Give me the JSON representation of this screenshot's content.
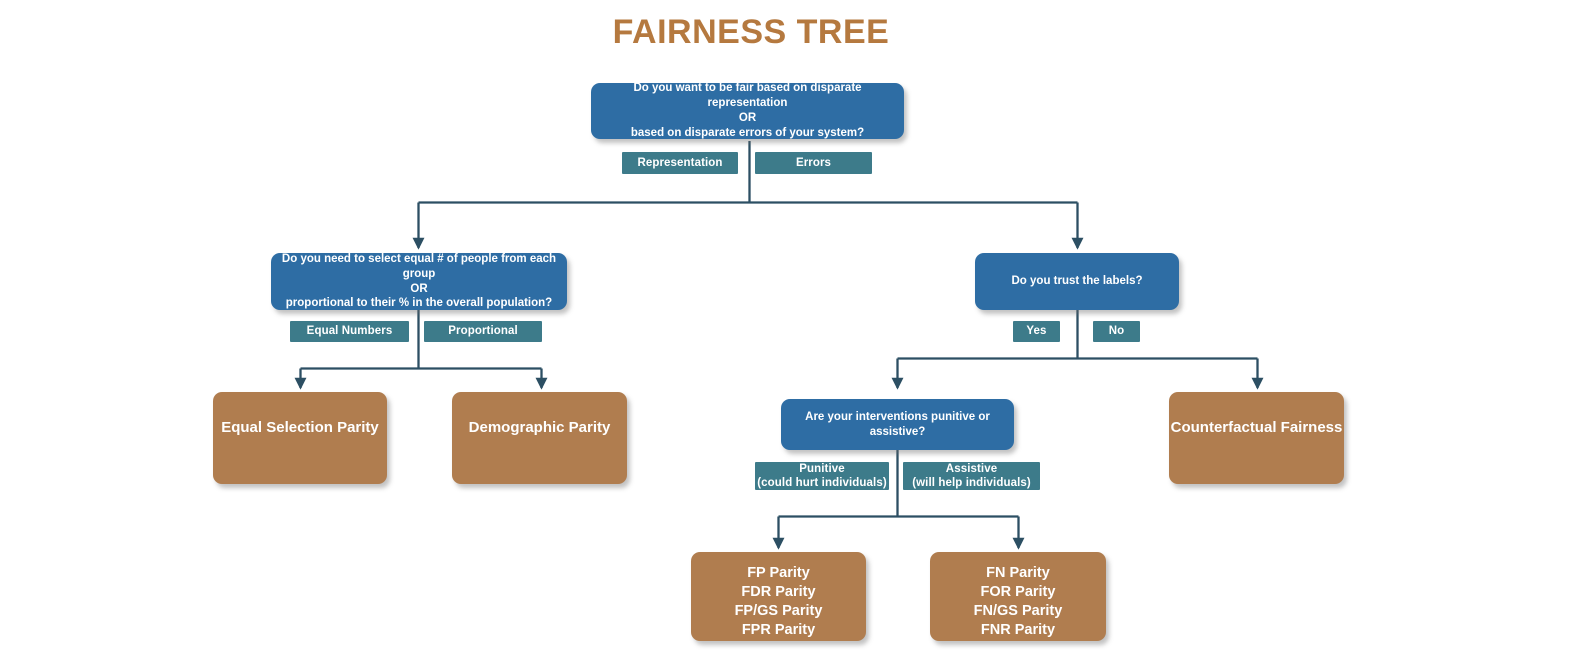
{
  "page": {
    "title": "FAIRNESS TREE"
  },
  "colors": {
    "title": "#b5793f",
    "decision_node": "#2e6da4",
    "leaf_node": "#b07d4f",
    "edge_label": "#3d7b8a",
    "connector": "#2c4f63",
    "background": "#ffffff",
    "node_text": "#ffffff"
  },
  "chart_data": {
    "type": "diagram",
    "diagram_kind": "decision-tree",
    "title": "FAIRNESS TREE",
    "nodes": [
      {
        "id": "root",
        "kind": "decision",
        "text": "Do you want to be fair based on disparate representation\nOR\nbased on disparate errors of your system?"
      },
      {
        "id": "representation",
        "kind": "decision",
        "text": "Do you need to select equal # of people from each group\nOR\nproportional to their % in the overall population?"
      },
      {
        "id": "trust-labels",
        "kind": "decision",
        "text": "Do you trust the labels?"
      },
      {
        "id": "interventions",
        "kind": "decision",
        "text": "Are your interventions punitive or assistive?"
      },
      {
        "id": "equal-selection-parity",
        "kind": "leaf",
        "text": "Equal Selection Parity"
      },
      {
        "id": "demographic-parity",
        "kind": "leaf",
        "text": "Demographic Parity"
      },
      {
        "id": "counterfactual-fairness",
        "kind": "leaf",
        "text": "Counterfactual Fairness"
      },
      {
        "id": "fp-group",
        "kind": "leaf",
        "text": "FP Parity\nFDR Parity\nFP/GS Parity\nFPR Parity"
      },
      {
        "id": "fn-group",
        "kind": "leaf",
        "text": "FN Parity\nFOR Parity\nFN/GS Parity\nFNR Parity"
      }
    ],
    "edges": [
      {
        "from": "root",
        "to": "representation",
        "label": "Representation"
      },
      {
        "from": "root",
        "to": "trust-labels",
        "label": "Errors"
      },
      {
        "from": "representation",
        "to": "equal-selection-parity",
        "label": "Equal Numbers"
      },
      {
        "from": "representation",
        "to": "demographic-parity",
        "label": "Proportional"
      },
      {
        "from": "trust-labels",
        "to": "interventions",
        "label": "Yes"
      },
      {
        "from": "trust-labels",
        "to": "counterfactual-fairness",
        "label": "No"
      },
      {
        "from": "interventions",
        "to": "fp-group",
        "label": "Punitive\n(could hurt individuals)"
      },
      {
        "from": "interventions",
        "to": "fn-group",
        "label": "Assistive\n(will help individuals)"
      }
    ]
  },
  "nodes": {
    "root": {
      "line1": "Do you want to be fair based on disparate representation",
      "line2": "OR",
      "line3": "based on disparate errors of your system?"
    },
    "representation": {
      "line1": "Do you need to select equal # of people from each group",
      "line2": "OR",
      "line3": "proportional to their % in the overall population?"
    },
    "trust_labels": {
      "text": "Do you trust the labels?"
    },
    "interventions": {
      "text": "Are your interventions punitive or assistive?"
    },
    "equal_selection_parity": {
      "text": "Equal Selection Parity"
    },
    "demographic_parity": {
      "text": "Demographic Parity"
    },
    "counterfactual_fairness": {
      "text": "Counterfactual Fairness"
    },
    "fp_group": {
      "line1": "FP Parity",
      "line2": "FDR Parity",
      "line3": "FP/GS Parity",
      "line4": "FPR Parity"
    },
    "fn_group": {
      "line1": "FN Parity",
      "line2": "FOR Parity",
      "line3": "FN/GS Parity",
      "line4": "FNR Parity"
    }
  },
  "edge_labels": {
    "representation": "Representation",
    "errors": "Errors",
    "equal_numbers": "Equal Numbers",
    "proportional": "Proportional",
    "yes": "Yes",
    "no": "No",
    "punitive_line1": "Punitive",
    "punitive_line2": "(could hurt individuals)",
    "assistive_line1": "Assistive",
    "assistive_line2": "(will help individuals)"
  }
}
